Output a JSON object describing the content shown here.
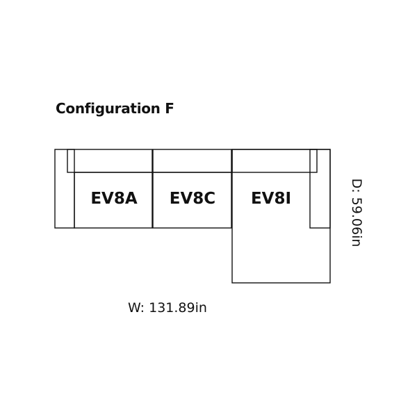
{
  "title": "Configuration F",
  "modules": {
    "left": "EV8A",
    "middle": "EV8C",
    "right": "EV8I"
  },
  "dimensions": {
    "width": "W: 131.89in",
    "depth": "D:  59.06in"
  },
  "colors": {
    "line": "#111111",
    "background": "#ffffff"
  }
}
